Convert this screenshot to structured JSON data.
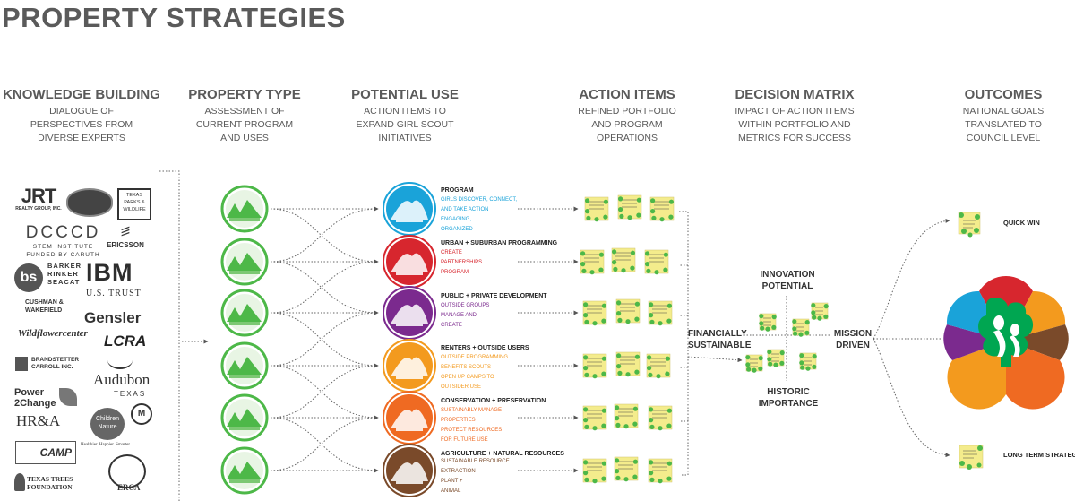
{
  "title": "PROPERTY STRATEGIES",
  "columns": [
    {
      "heading": "KNOWLEDGE BUILDING",
      "sub": "DIALOGUE OF\nPERSPECTIVES FROM\nDIVERSE EXPERTS"
    },
    {
      "heading": "PROPERTY TYPE",
      "sub": "ASSESSMENT OF\nCURRENT PROGRAM\nAND USES"
    },
    {
      "heading": "POTENTIAL USE",
      "sub": "ACTION ITEMS TO\nEXPAND GIRL SCOUT\nINITIATIVES"
    },
    {
      "heading": "ACTION ITEMS",
      "sub": "REFINED PORTFOLIO\nAND PROGRAM\nOPERATIONS"
    },
    {
      "heading": "DECISION MATRIX",
      "sub": "IMPACT OF ACTION ITEMS\nWITHIN PORTFOLIO AND\nMETRICS FOR SUCCESS"
    },
    {
      "heading": "OUTCOMES",
      "sub": "NATIONAL GOALS\nTRANSLATED TO\nCOUNCIL LEVEL"
    }
  ],
  "logos": {
    "jrt": "JRT",
    "jrt_sub": "REALTY GROUP, INC.",
    "texas_parks": "TEXAS\nPARKS &\nWILDLIFE",
    "dcccd": "DCCCD",
    "dcccd_sub": "STEM INSTITUTE\nFUNDED BY CARUTH",
    "ericsson": "ERICSSON",
    "bbs": "BARKER\nRINKER\nSEACAT",
    "ibm": "IBM",
    "ustrust": "U.S. TRUST",
    "cushman": "CUSHMAN &\nWAKEFIELD",
    "gensler": "Gensler",
    "wildflower": "Wildflowercenter",
    "lcra": "LCRA",
    "brandstetter": "BRANDSTETTER\nCARROLL INC.",
    "audubon": "Audubon",
    "audubon_sub": "TEXAS",
    "power": "Power\n2Change",
    "hra": "HR&A",
    "childrennature": "Children\nNature",
    "american_camp": "CAMP",
    "healthier": "Healthier. Happier. Smarter.",
    "texas_trees": "TEXAS TREES\nFOUNDATION",
    "erca": "ERCA"
  },
  "uses": [
    {
      "title": "PROGRAM",
      "detail": "GIRLS DISCOVER, CONNECT,\nAND TAKE ACTION\nENGAGING,\nORGANIZED",
      "color": "#1aa3d9"
    },
    {
      "title": "URBAN + SUBURBAN PROGRAMMING",
      "detail": "CREATE\nPARTNERSHIPS\nPROGRAM",
      "color": "#d7262e"
    },
    {
      "title": "PUBLIC + PRIVATE DEVELOPMENT",
      "detail": "OUTSIDE GROUPS\nMANAGE AND\nCREATE",
      "color": "#7b2a8e"
    },
    {
      "title": "RENTERS + OUTSIDE USERS",
      "detail": "OUTSIDE PROGRAMMING\nBENEFITS SCOUTS\nOPEN UP CAMPS TO\nOUTSIDER USE",
      "color": "#f39a1e"
    },
    {
      "title": "CONSERVATION + PRESERVATION",
      "detail": "SUSTAINABLY MANAGE\nPROPERTIES\nPROTECT RESOURCES\nFOR FUTURE USE",
      "color": "#ef6a22"
    },
    {
      "title": "AGRICULTURE + NATURAL RESOURCES",
      "detail": "SUSTAINABLE RESOURCE\nEXTRACTION\nPLANT +\nANIMAL",
      "color": "#7a4a2a"
    }
  ],
  "matrix": {
    "top": "INNOVATION\nPOTENTIAL",
    "left": "FINANCIALLY\nSUSTAINABLE",
    "right": "MISSION\nDRIVEN",
    "bottom": "HISTORIC\nIMPORTANCE"
  },
  "outcomes": {
    "quick": "QUICK WIN",
    "long": "LONG TERM STRATEGY"
  },
  "colors": {
    "green": "#4db848",
    "note": "#f4ec8c",
    "trefoil_green": "#00a651"
  }
}
